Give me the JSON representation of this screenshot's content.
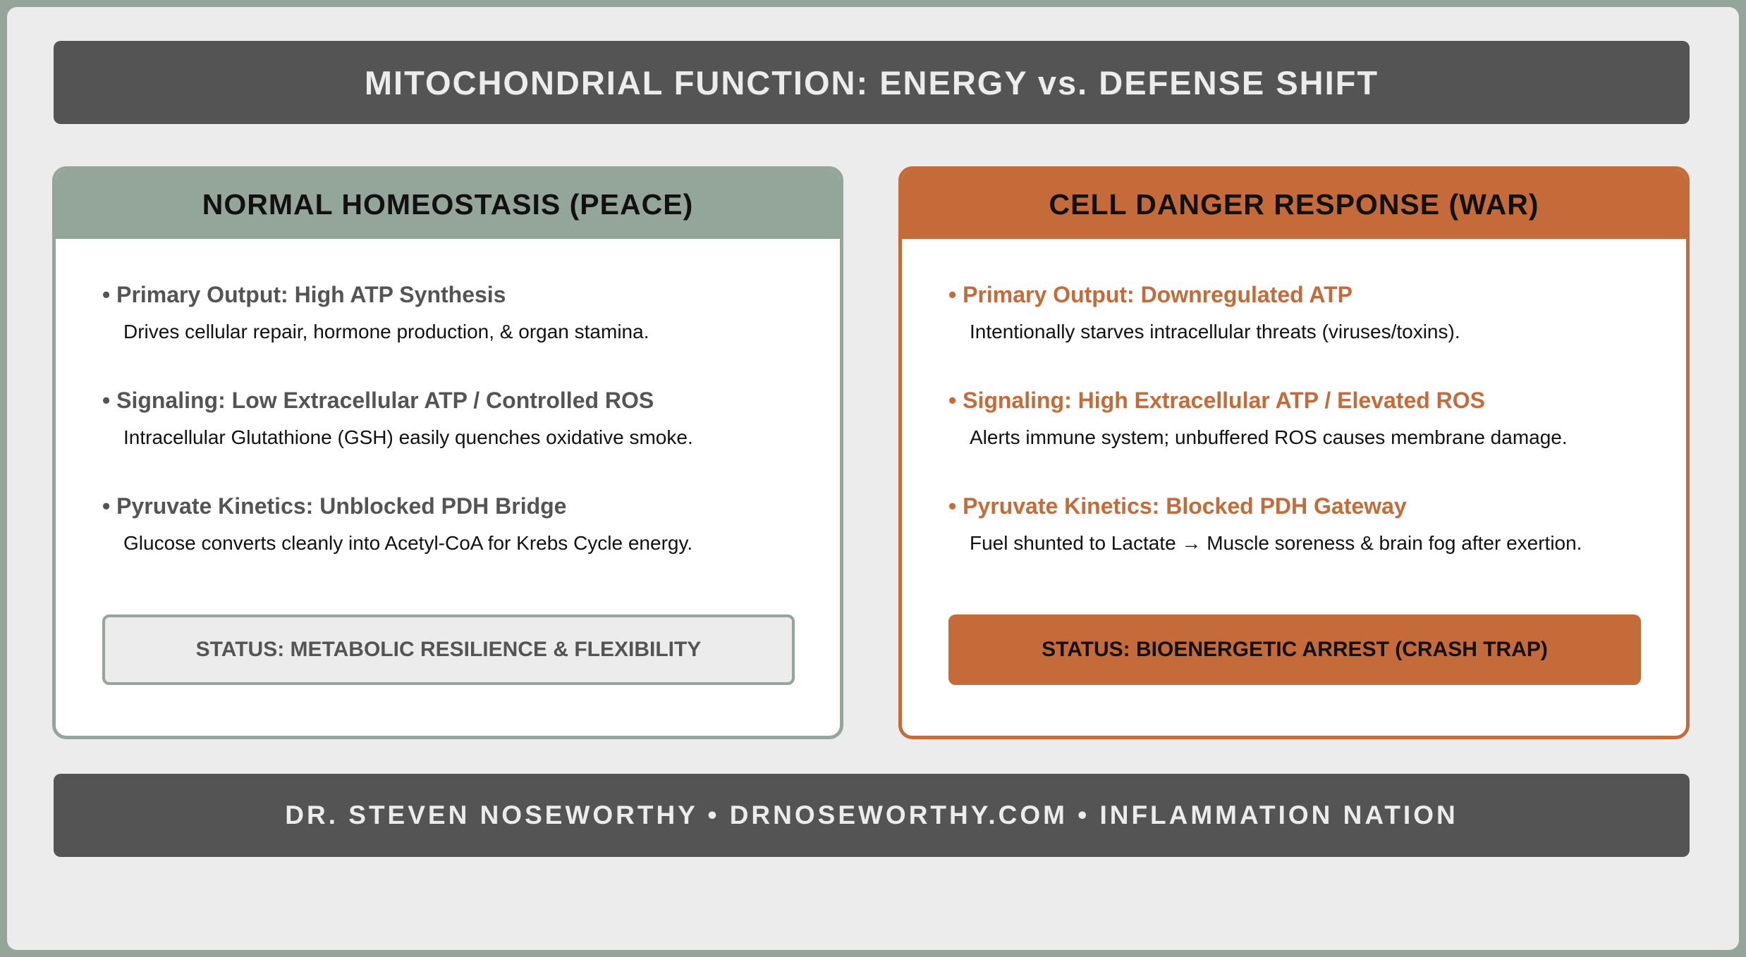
{
  "title": "MITOCHONDRIAL FUNCTION: ENERGY vs. DEFENSE SHIFT",
  "footer": "DR. STEVEN NOSEWORTHY • DRNOSEWORTHY.COM • INFLAMMATION NATION",
  "colors": {
    "sage": "#93a699",
    "rust": "#c56b39",
    "charcoal": "#545454",
    "background": "#ececec"
  },
  "left_panel": {
    "header": "NORMAL HOMEOSTASIS (PEACE)",
    "items": [
      {
        "title": "• Primary Output: High ATP Synthesis",
        "desc": "Drives cellular repair, hormone production, & organ stamina."
      },
      {
        "title": "• Signaling: Low Extracellular ATP / Controlled ROS",
        "desc": "Intracellular Glutathione (GSH) easily quenches oxidative smoke."
      },
      {
        "title": "• Pyruvate Kinetics: Unblocked PDH Bridge",
        "desc": "Glucose converts cleanly into Acetyl-CoA for Krebs Cycle energy."
      }
    ],
    "status": "STATUS: METABOLIC RESILIENCE & FLEXIBILITY"
  },
  "right_panel": {
    "header": "CELL DANGER RESPONSE (WAR)",
    "items": [
      {
        "title": "• Primary Output: Downregulated ATP",
        "desc": "Intentionally starves intracellular threats (viruses/toxins)."
      },
      {
        "title": "• Signaling: High Extracellular ATP / Elevated ROS",
        "desc": "Alerts immune system; unbuffered ROS causes membrane damage."
      },
      {
        "title": "• Pyruvate Kinetics: Blocked PDH Gateway",
        "desc": "Fuel shunted to Lactate → Muscle soreness & brain fog after exertion."
      }
    ],
    "status": "STATUS: BIOENERGETIC ARREST (CRASH TRAP)"
  }
}
